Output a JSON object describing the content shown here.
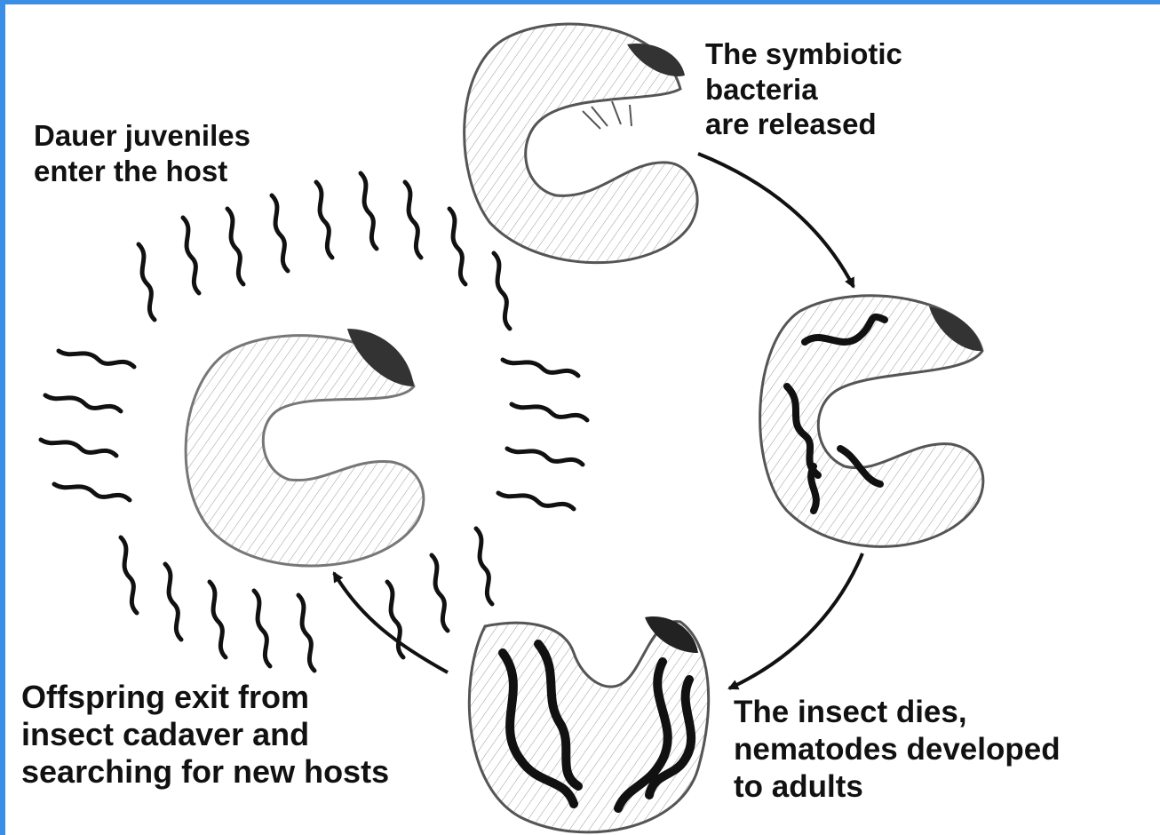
{
  "diagram": {
    "colors": {
      "frame": "#3a8ee6",
      "background": "#ffffff",
      "ink": "#111111",
      "sketch": "#555555"
    },
    "labels": {
      "dauer": "Dauer juveniles\nenter the host",
      "bacteria": "The symbiotic\nbacteria\nare released",
      "dies": "The insect dies,\nnematodes developed\nto adults",
      "offspring": "Offspring exit from\ninsect cadaver and\nsearching for new hosts"
    },
    "stages": [
      {
        "name": "larva-infected",
        "icon": "larva-icon"
      },
      {
        "name": "larva-with-nematodes",
        "icon": "larva-icon"
      },
      {
        "name": "larva-cadaver",
        "icon": "larva-icon"
      },
      {
        "name": "larva-emerging-juveniles",
        "icon": "larva-icon"
      }
    ]
  }
}
